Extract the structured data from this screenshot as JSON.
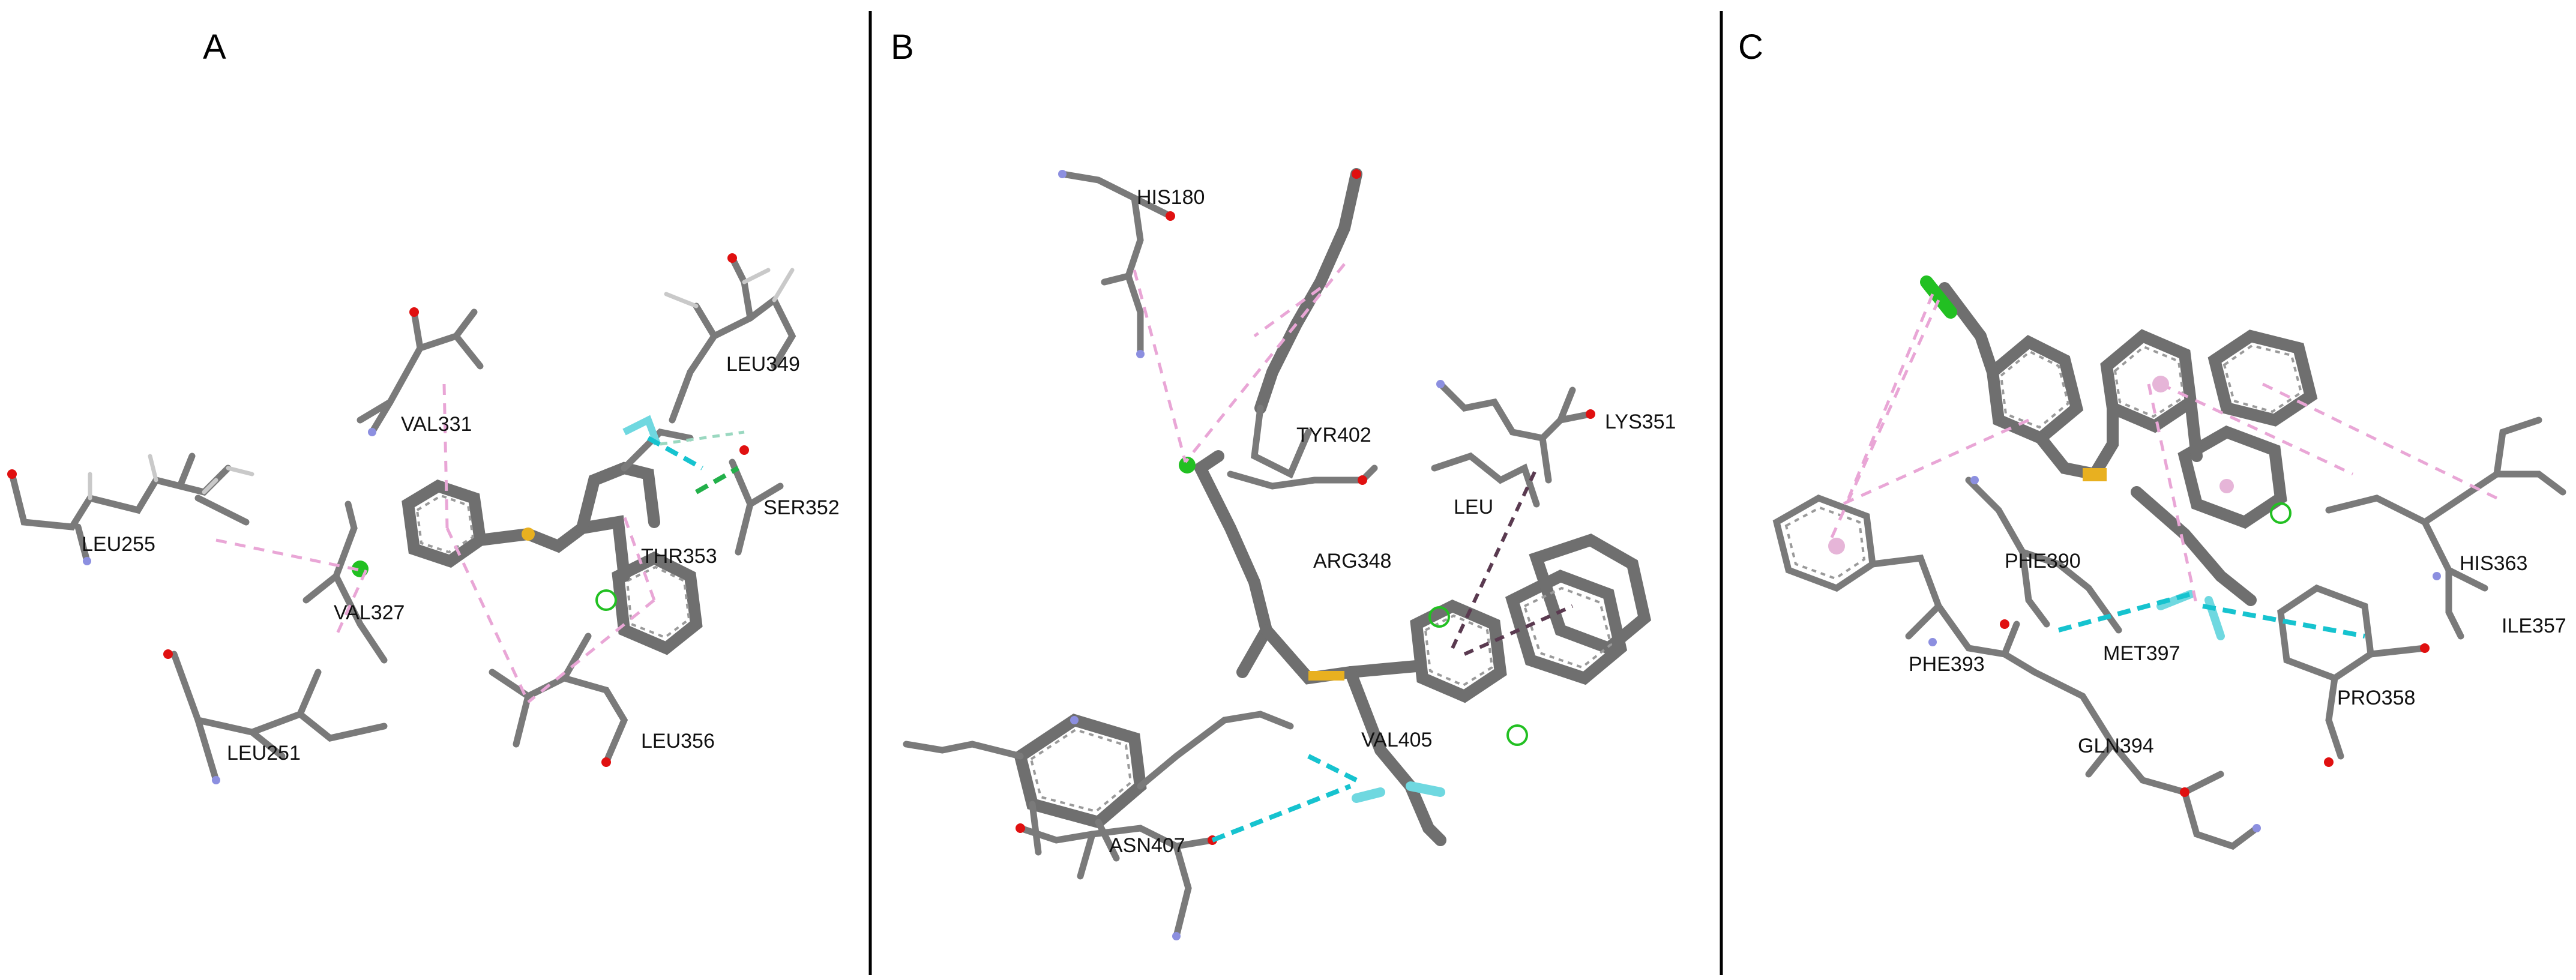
{
  "panels": [
    {
      "letter": "A",
      "residues": [
        "LEU349",
        "VAL331",
        "SER352",
        "LEU255",
        "THR353",
        "VAL327",
        "LEU356",
        "LEU251"
      ]
    },
    {
      "letter": "B",
      "residues": [
        "HIS180",
        "TYR402",
        "LYS351",
        "LEU",
        "ARG348",
        "VAL405",
        "ASN407"
      ]
    },
    {
      "letter": "C",
      "residues": [
        "PHE390",
        "HIS363",
        "ILE357",
        "PHE393",
        "MET397",
        "PRO358",
        "GLN394"
      ]
    }
  ],
  "colors": {
    "carbon": "#7a7a7a",
    "hydrogen": "#c9c9c9",
    "nitrogen": "#8c8fe0",
    "oxygen": "#e01010",
    "sulfur": "#e8b020",
    "chlorine": "#22c022",
    "fluorine": "#6fd8e0",
    "pi_interaction": "#e9a6d6",
    "hydrogen_bond": "#16c3cf",
    "conventional_hbond": "#22b04a",
    "divider": "#000000"
  }
}
